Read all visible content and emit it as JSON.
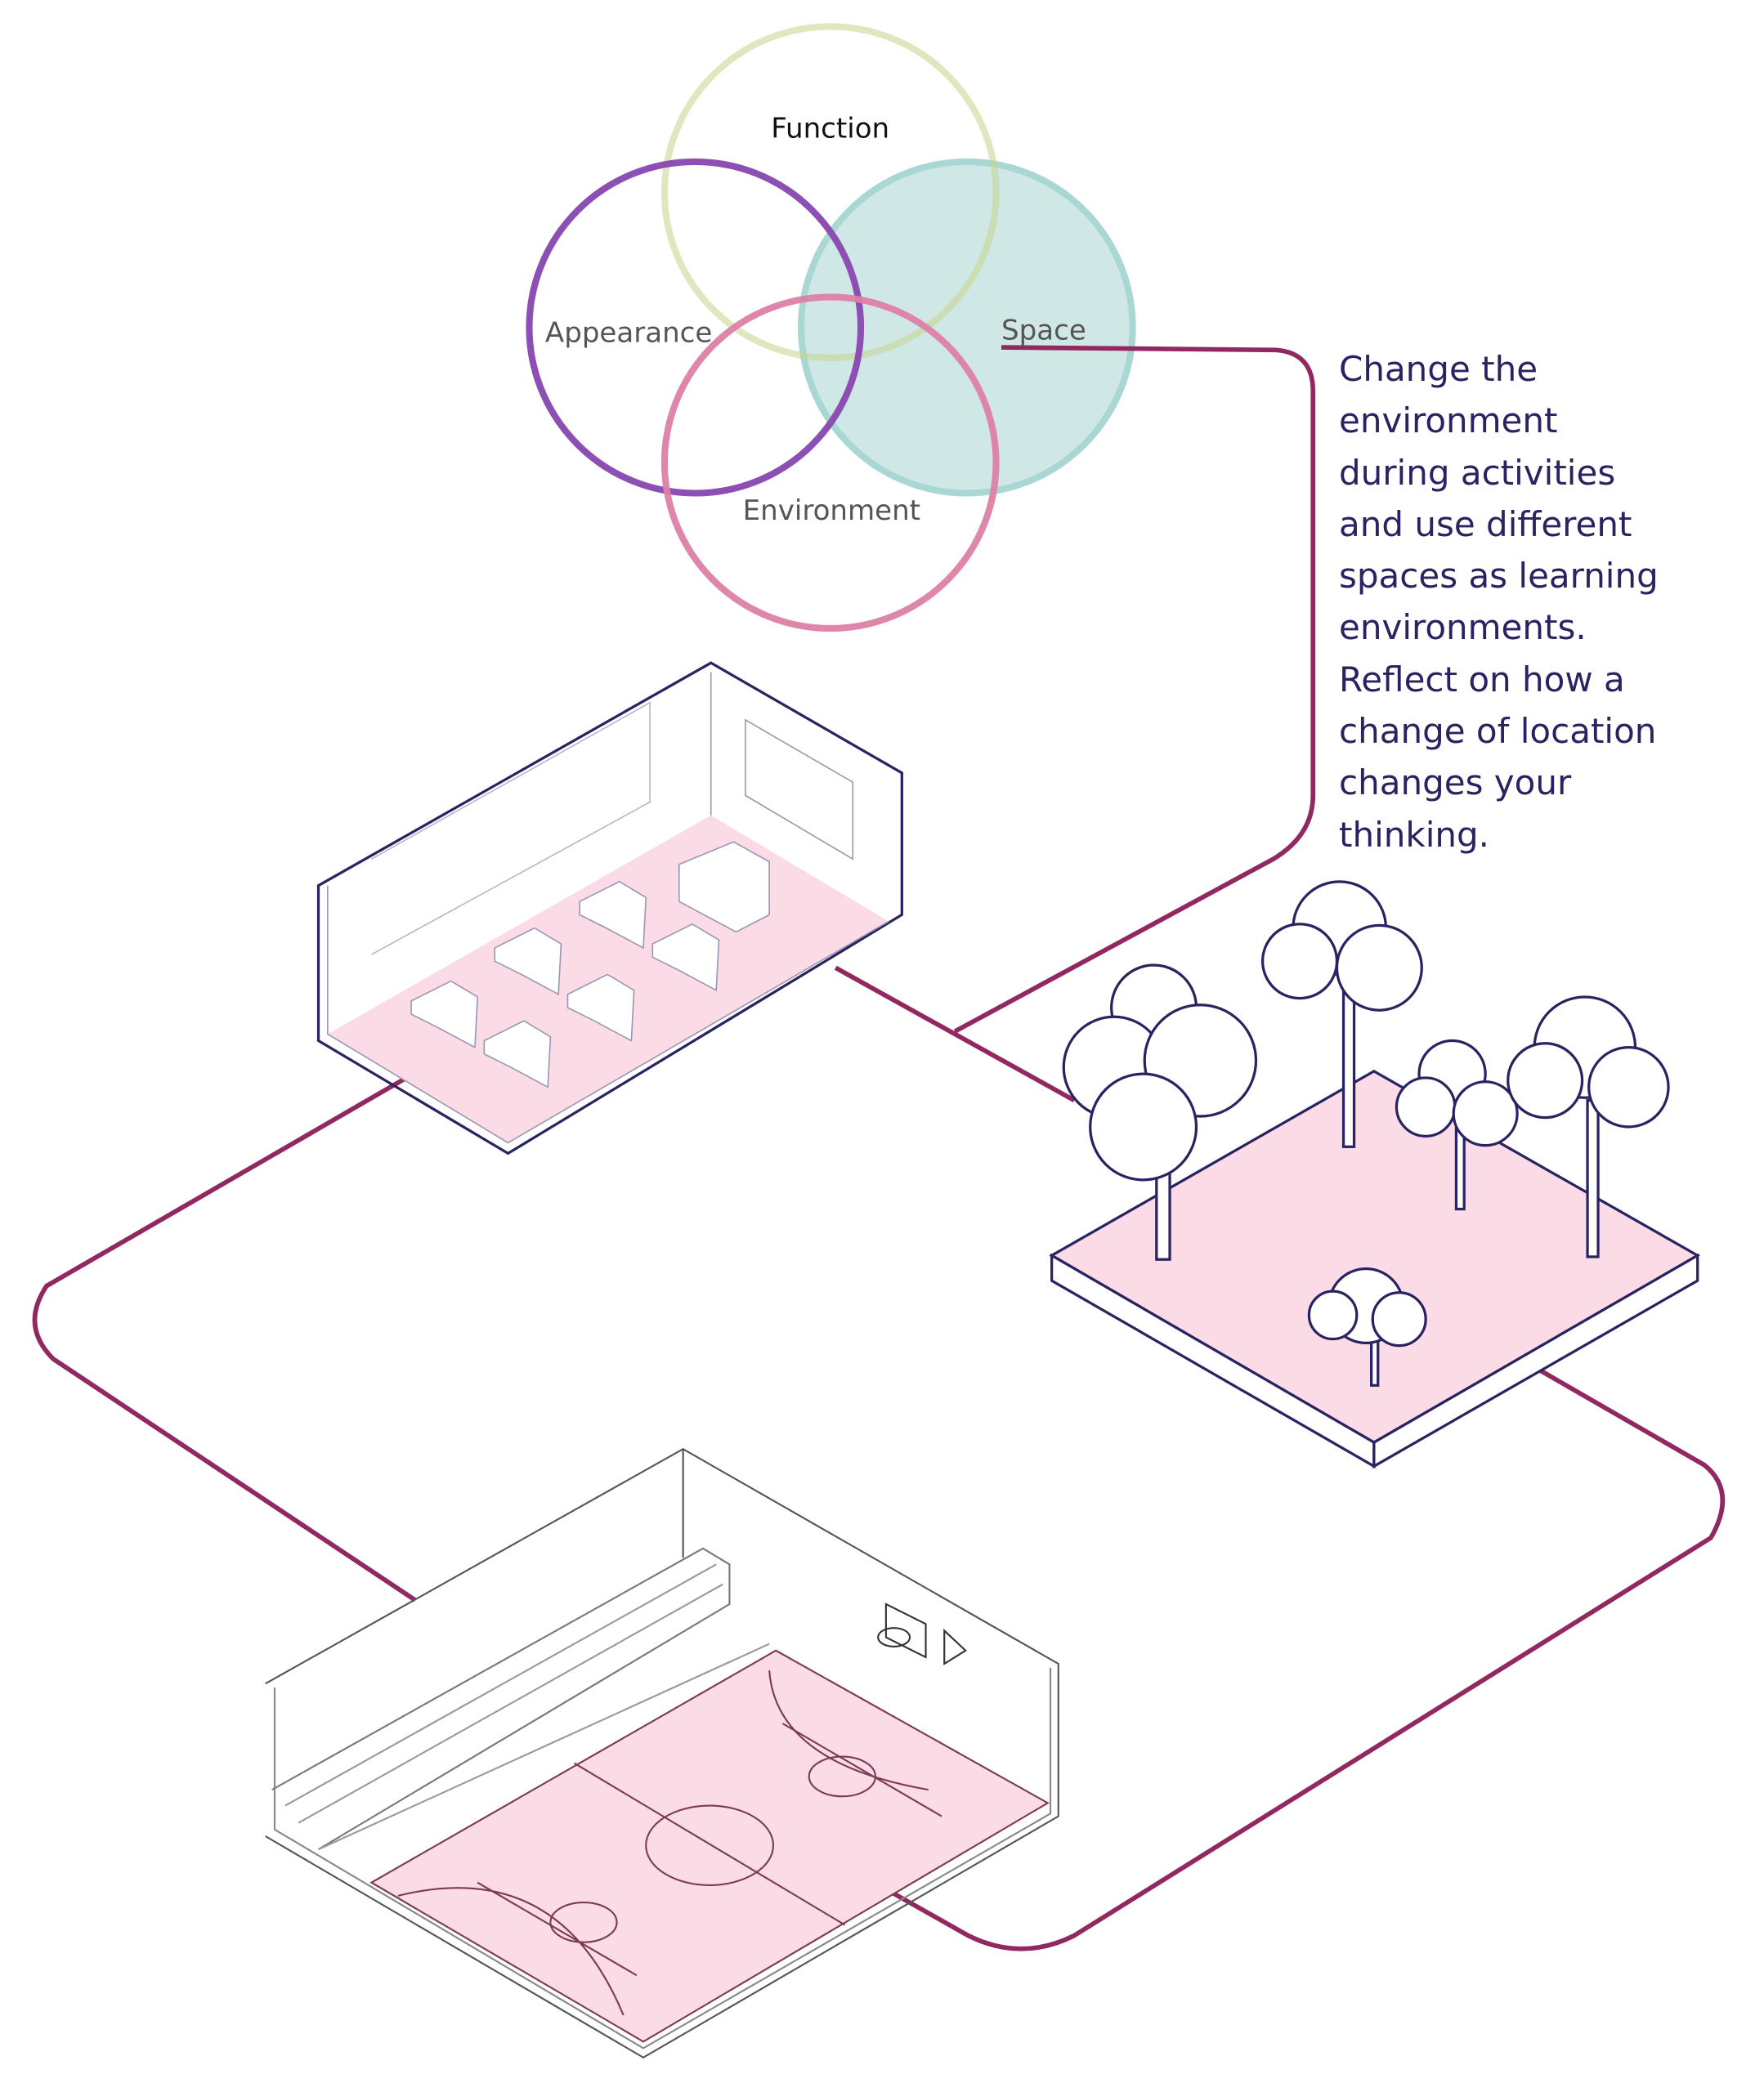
{
  "venn": {
    "function": "Function",
    "appearance": "Appearance",
    "space": "Space",
    "environment": "Environment"
  },
  "note_lines": [
    "Change the",
    "environment",
    "during activities",
    "and use different",
    "spaces as learning",
    "environments.",
    "Reflect on how a",
    "change of location",
    "changes your",
    "thinking."
  ],
  "colors": {
    "function": "#dfe6b8",
    "appearance": "#8e4fb5",
    "space": "#a9d7d4",
    "environment": "#dd7fa6",
    "connector": "#912860",
    "outline": "#2a2362",
    "floor": "#fbdce6"
  }
}
